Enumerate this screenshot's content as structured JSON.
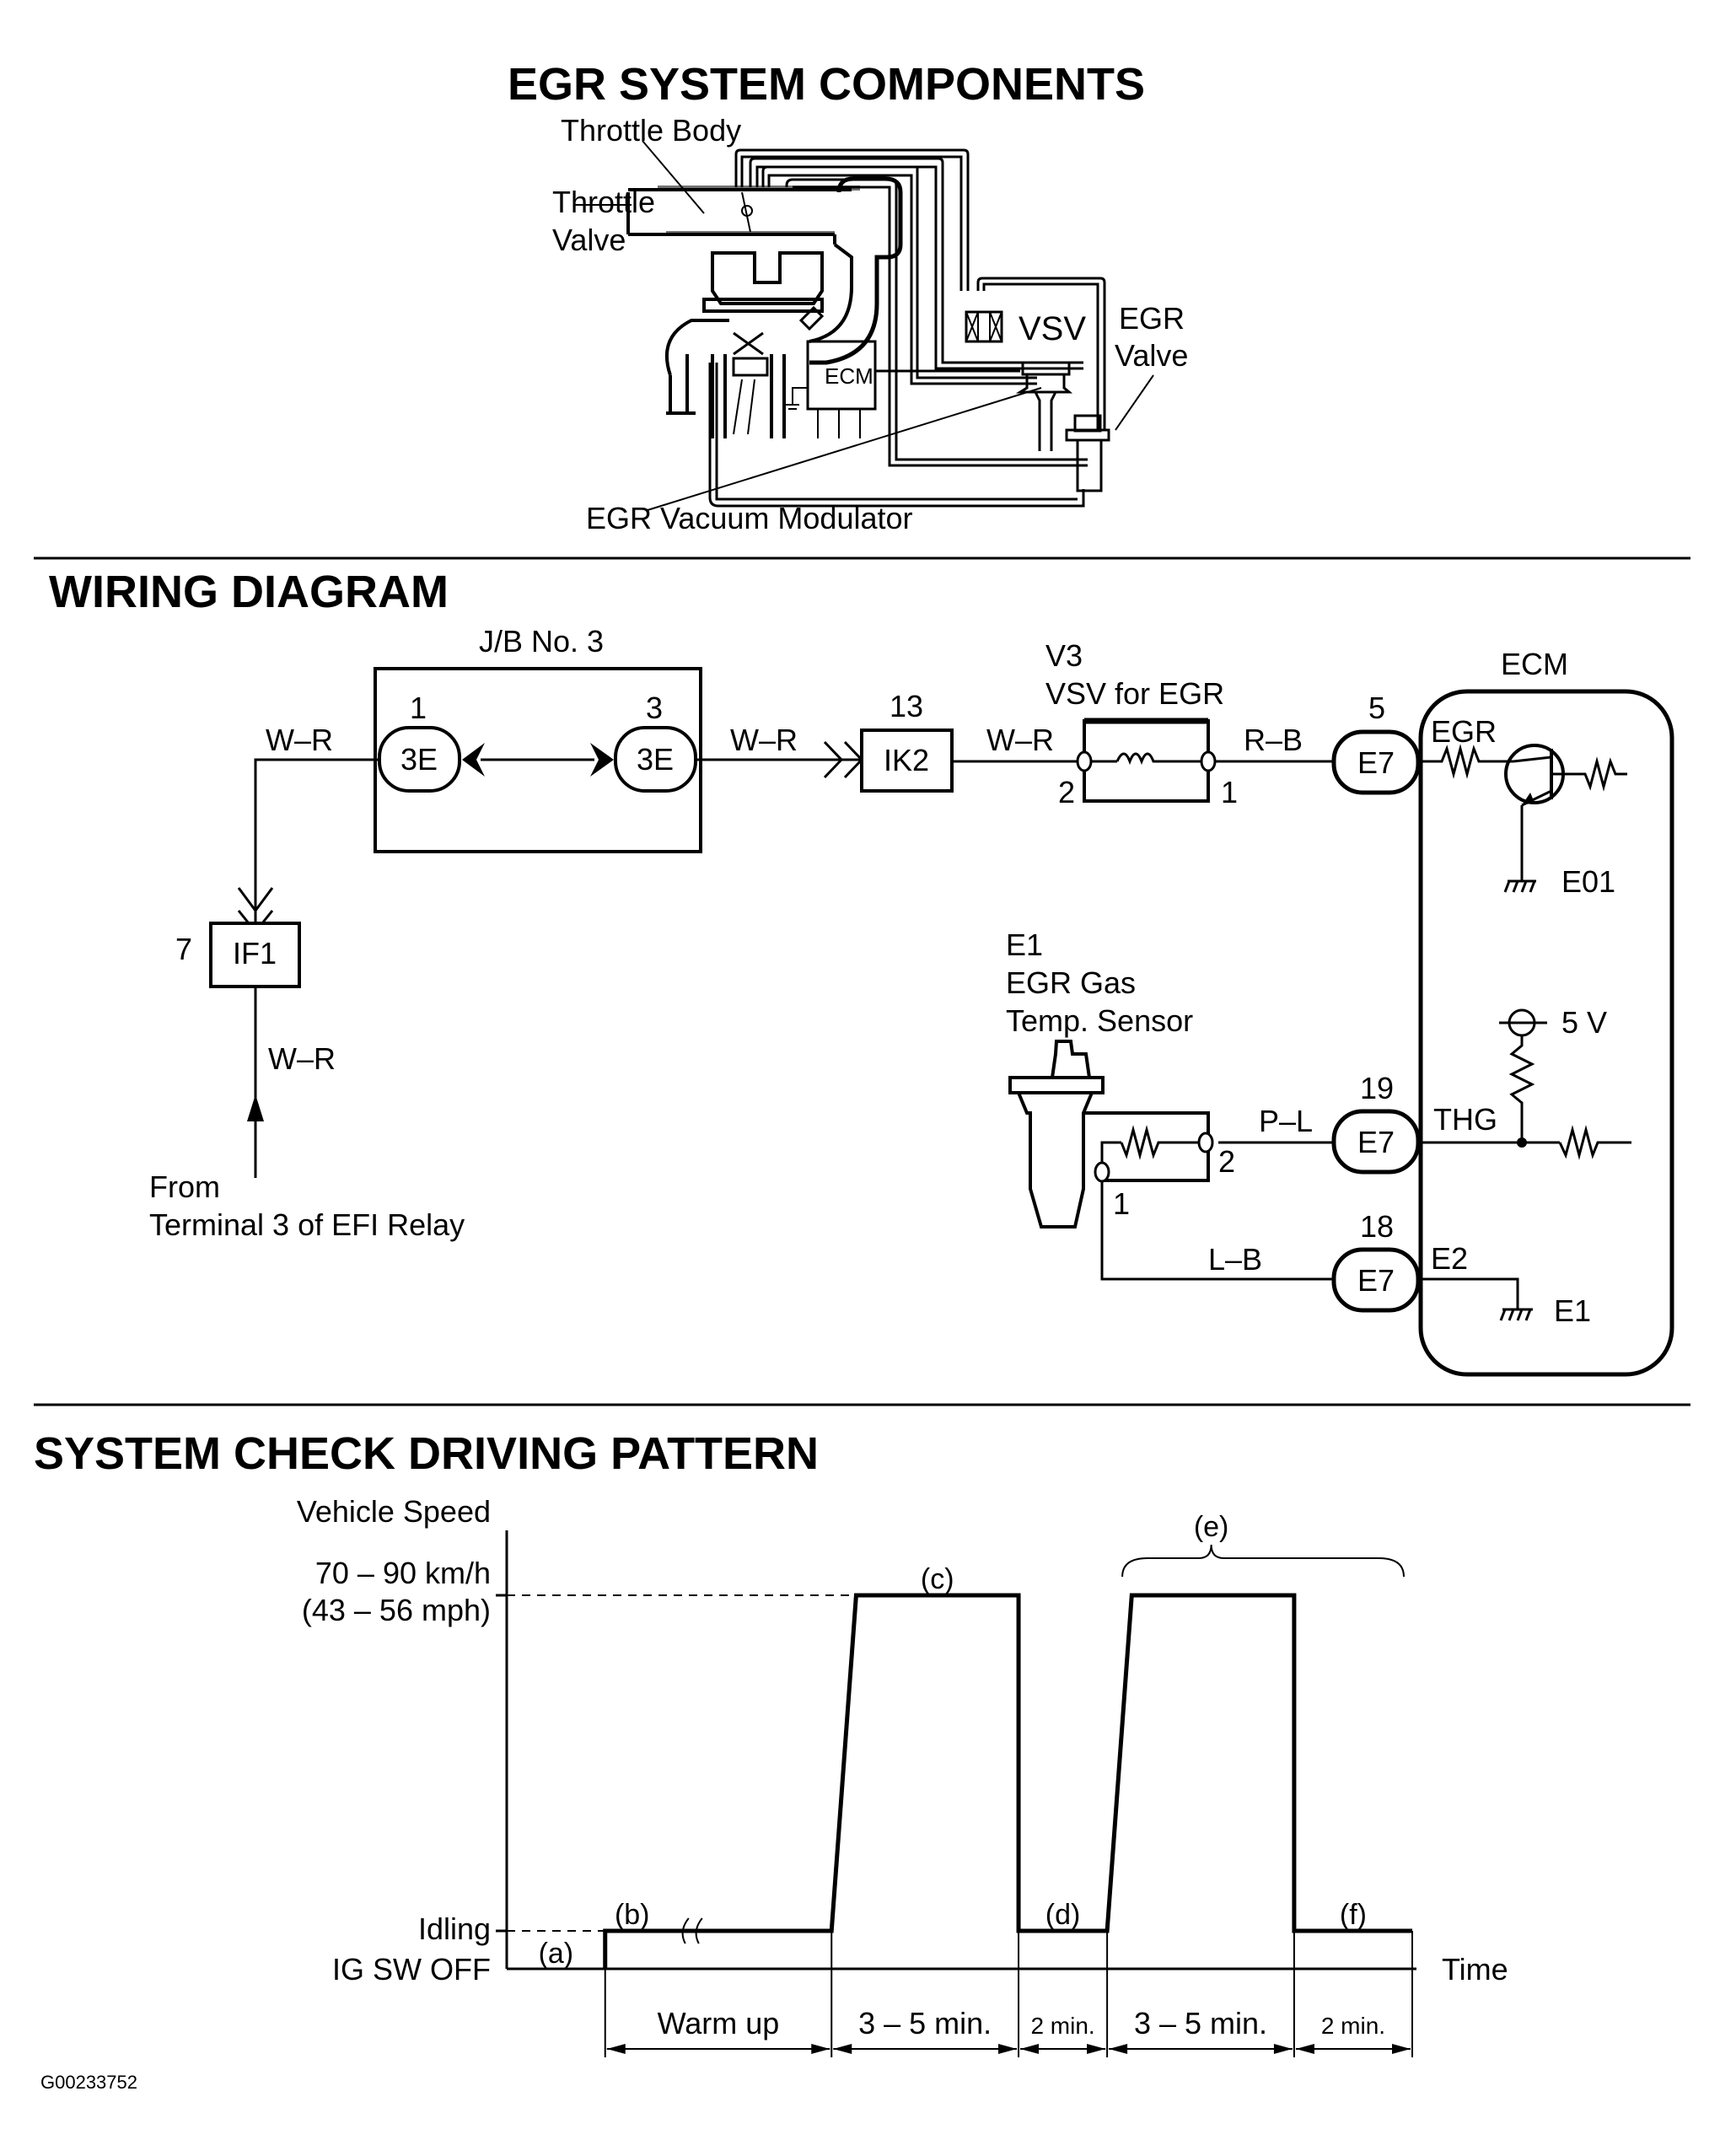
{
  "sections": {
    "components": {
      "title": "EGR SYSTEM COMPONENTS",
      "labels": {
        "throttle_body": "Throttle Body",
        "throttle_valve_1": "Throttle",
        "throttle_valve_2": "Valve",
        "vsv": "VSV",
        "egr_valve_1": "EGR",
        "egr_valve_2": "Valve",
        "ecm": "ECM",
        "egr_vacuum_modulator": "EGR Vacuum Modulator"
      }
    },
    "wiring": {
      "title": "WIRING DIAGRAM",
      "jb": {
        "name": "J/B No. 3",
        "pin_left": "1",
        "pin_right": "3",
        "conn_left": "3E",
        "conn_right": "3E"
      },
      "wires": {
        "wr_1": "W–R",
        "wr_2": "W–R",
        "wr_3": "W–R",
        "wr_4": "W–R",
        "rb": "R–B",
        "pl": "P–L",
        "lb": "L–B"
      },
      "connectors": {
        "if1": {
          "pin": "7",
          "code": "IF1"
        },
        "ik2": {
          "pin": "13",
          "code": "IK2"
        },
        "e7_egr": {
          "pin": "5",
          "code": "E7"
        },
        "e7_thg": {
          "pin": "19",
          "code": "E7"
        },
        "e7_e2": {
          "pin": "18",
          "code": "E7"
        }
      },
      "vsv": {
        "id": "V3",
        "name": "VSV for EGR",
        "pin_left": "2",
        "pin_right": "1"
      },
      "sensor": {
        "id": "E1",
        "name_1": "EGR Gas",
        "name_2": "Temp. Sensor",
        "pin_2": "2",
        "pin_1": "1"
      },
      "ecm": {
        "title": "ECM",
        "terminals": {
          "egr": "EGR",
          "thg": "THG",
          "e2": "E2",
          "e01": "E01",
          "e1": "E1",
          "v5": "5 V"
        }
      },
      "source": {
        "line1": "From",
        "line2": "Terminal 3 of EFI Relay"
      }
    },
    "pattern": {
      "title": "SYSTEM CHECK DRIVING PATTERN"
    }
  },
  "chart_data": {
    "type": "line",
    "title": "SYSTEM CHECK DRIVING PATTERN",
    "ylabel": "Vehicle Speed",
    "xlabel": "Time",
    "y_levels": [
      {
        "key": "off",
        "label": "IG SW OFF"
      },
      {
        "key": "idle",
        "label": "Idling"
      },
      {
        "key": "high",
        "label_1": "70 – 90 km/h",
        "label_2": "(43 – 56 mph)"
      }
    ],
    "phases": [
      {
        "id": "(a)",
        "level": "off",
        "duration": ""
      },
      {
        "id": "(b)",
        "level": "idle",
        "duration": "Warm up"
      },
      {
        "id": "(c)",
        "level": "high",
        "duration": "3 – 5 min."
      },
      {
        "id": "(d)",
        "level": "idle",
        "duration": "2 min."
      },
      {
        "id": "(e)",
        "level": "high",
        "duration": "3 – 5 min."
      },
      {
        "id": "(f)",
        "level": "idle",
        "duration": "2 min."
      }
    ],
    "profile": [
      {
        "t": 0,
        "level": "off"
      },
      {
        "t": 1,
        "level": "off"
      },
      {
        "t": 1,
        "level": "idle"
      },
      {
        "t": 3.3,
        "level": "idle"
      },
      {
        "t": 3.55,
        "level": "high"
      },
      {
        "t": 5.2,
        "level": "high"
      },
      {
        "t": 5.2,
        "level": "idle"
      },
      {
        "t": 6.1,
        "level": "idle"
      },
      {
        "t": 6.35,
        "level": "high"
      },
      {
        "t": 8.0,
        "level": "high"
      },
      {
        "t": 8.0,
        "level": "idle"
      },
      {
        "t": 9.2,
        "level": "idle"
      }
    ],
    "legend": "none",
    "grid": false
  },
  "figure_id": "G00233752"
}
